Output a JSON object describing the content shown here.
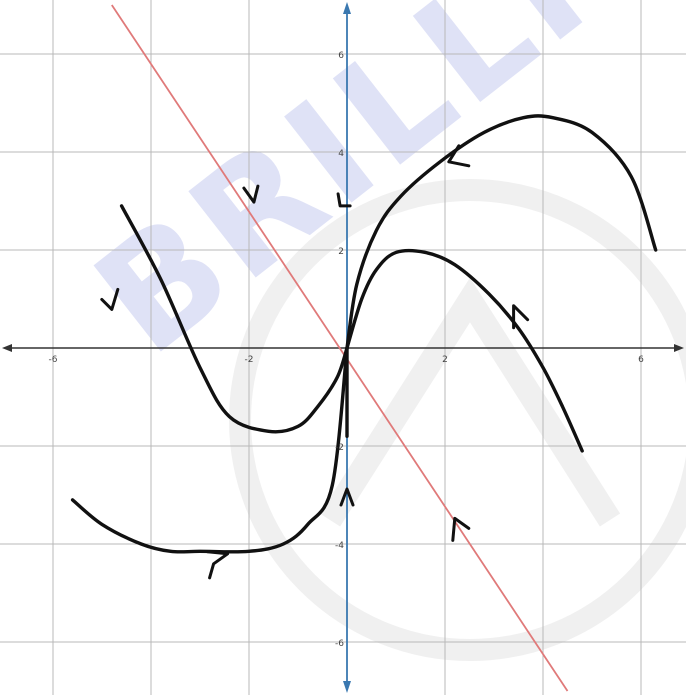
{
  "chart_data": {
    "type": "line",
    "title": "",
    "xlabel": "",
    "ylabel": "",
    "xlim": [
      -7,
      7
    ],
    "ylim": [
      -7,
      7
    ],
    "grid": true,
    "x_ticks": [
      -6,
      -4,
      -2,
      0,
      2,
      4,
      6
    ],
    "y_ticks": [
      -6,
      -4,
      -2,
      0,
      2,
      4,
      6
    ],
    "x_tick_labels": [
      "-6",
      "-2",
      "2",
      "6"
    ],
    "y_tick_labels": [
      "6",
      "4",
      "2",
      "-2",
      "-4",
      "-6"
    ],
    "x_tick_label_values": [
      -6,
      -2,
      2,
      6
    ],
    "y_tick_label_values": [
      6,
      4,
      2,
      -2,
      -4,
      -6
    ],
    "colors": {
      "grid": "#b8b8b8",
      "axis": "#333333",
      "y_axis": "#3a78b0",
      "reference_line": "#e07a7a",
      "curves": "#111111",
      "watermark": "#c6cbf0"
    },
    "reference_line": {
      "x": [
        -4.8,
        4.5
      ],
      "y": [
        7.0,
        -7.0
      ]
    },
    "series": [
      {
        "x": [
          -4.6,
          -3.8,
          -3.0,
          -2.4,
          -1.6,
          -1.0,
          -0.6,
          -0.2,
          0.0
        ],
        "y": [
          2.9,
          1.4,
          -0.4,
          -1.4,
          -1.7,
          -1.6,
          -1.2,
          -0.6,
          0.0
        ]
      },
      {
        "x": [
          0.0,
          0.2,
          0.6,
          1.1,
          1.9,
          2.8,
          3.6,
          4.2,
          5.0,
          5.8,
          6.3
        ],
        "y": [
          0.0,
          1.3,
          2.4,
          3.1,
          3.8,
          4.4,
          4.7,
          4.7,
          4.4,
          3.5,
          2.0
        ]
      },
      {
        "x": [
          0.0,
          0.3,
          0.6,
          1.0,
          1.6,
          2.2,
          2.9,
          3.5,
          4.0,
          4.4,
          4.8
        ],
        "y": [
          0.0,
          1.0,
          1.6,
          1.95,
          1.95,
          1.7,
          1.1,
          0.4,
          -0.4,
          -1.2,
          -2.1
        ]
      },
      {
        "x": [
          -5.6,
          -5.0,
          -4.2,
          -3.6,
          -3.0,
          -2.0,
          -1.3,
          -0.8,
          -0.3,
          0.0
        ],
        "y": [
          -3.1,
          -3.6,
          -4.0,
          -4.15,
          -4.15,
          -4.15,
          -4.0,
          -3.6,
          -2.8,
          0.0
        ]
      },
      {
        "x": [
          0.0,
          0.0
        ],
        "y": [
          0.0,
          -1.8
        ]
      }
    ],
    "arrows": [
      {
        "x": -4.8,
        "y": 0.95
      },
      {
        "x": -1.9,
        "y": 3.1
      },
      {
        "x": -0.1,
        "y": 2.9
      },
      {
        "x": 0.0,
        "y": -3.0
      },
      {
        "x": -2.6,
        "y": -4.2
      },
      {
        "x": 2.2,
        "y": -3.6
      },
      {
        "x": 3.4,
        "y": 0.7
      },
      {
        "x": 2.2,
        "y": 3.8
      }
    ]
  }
}
